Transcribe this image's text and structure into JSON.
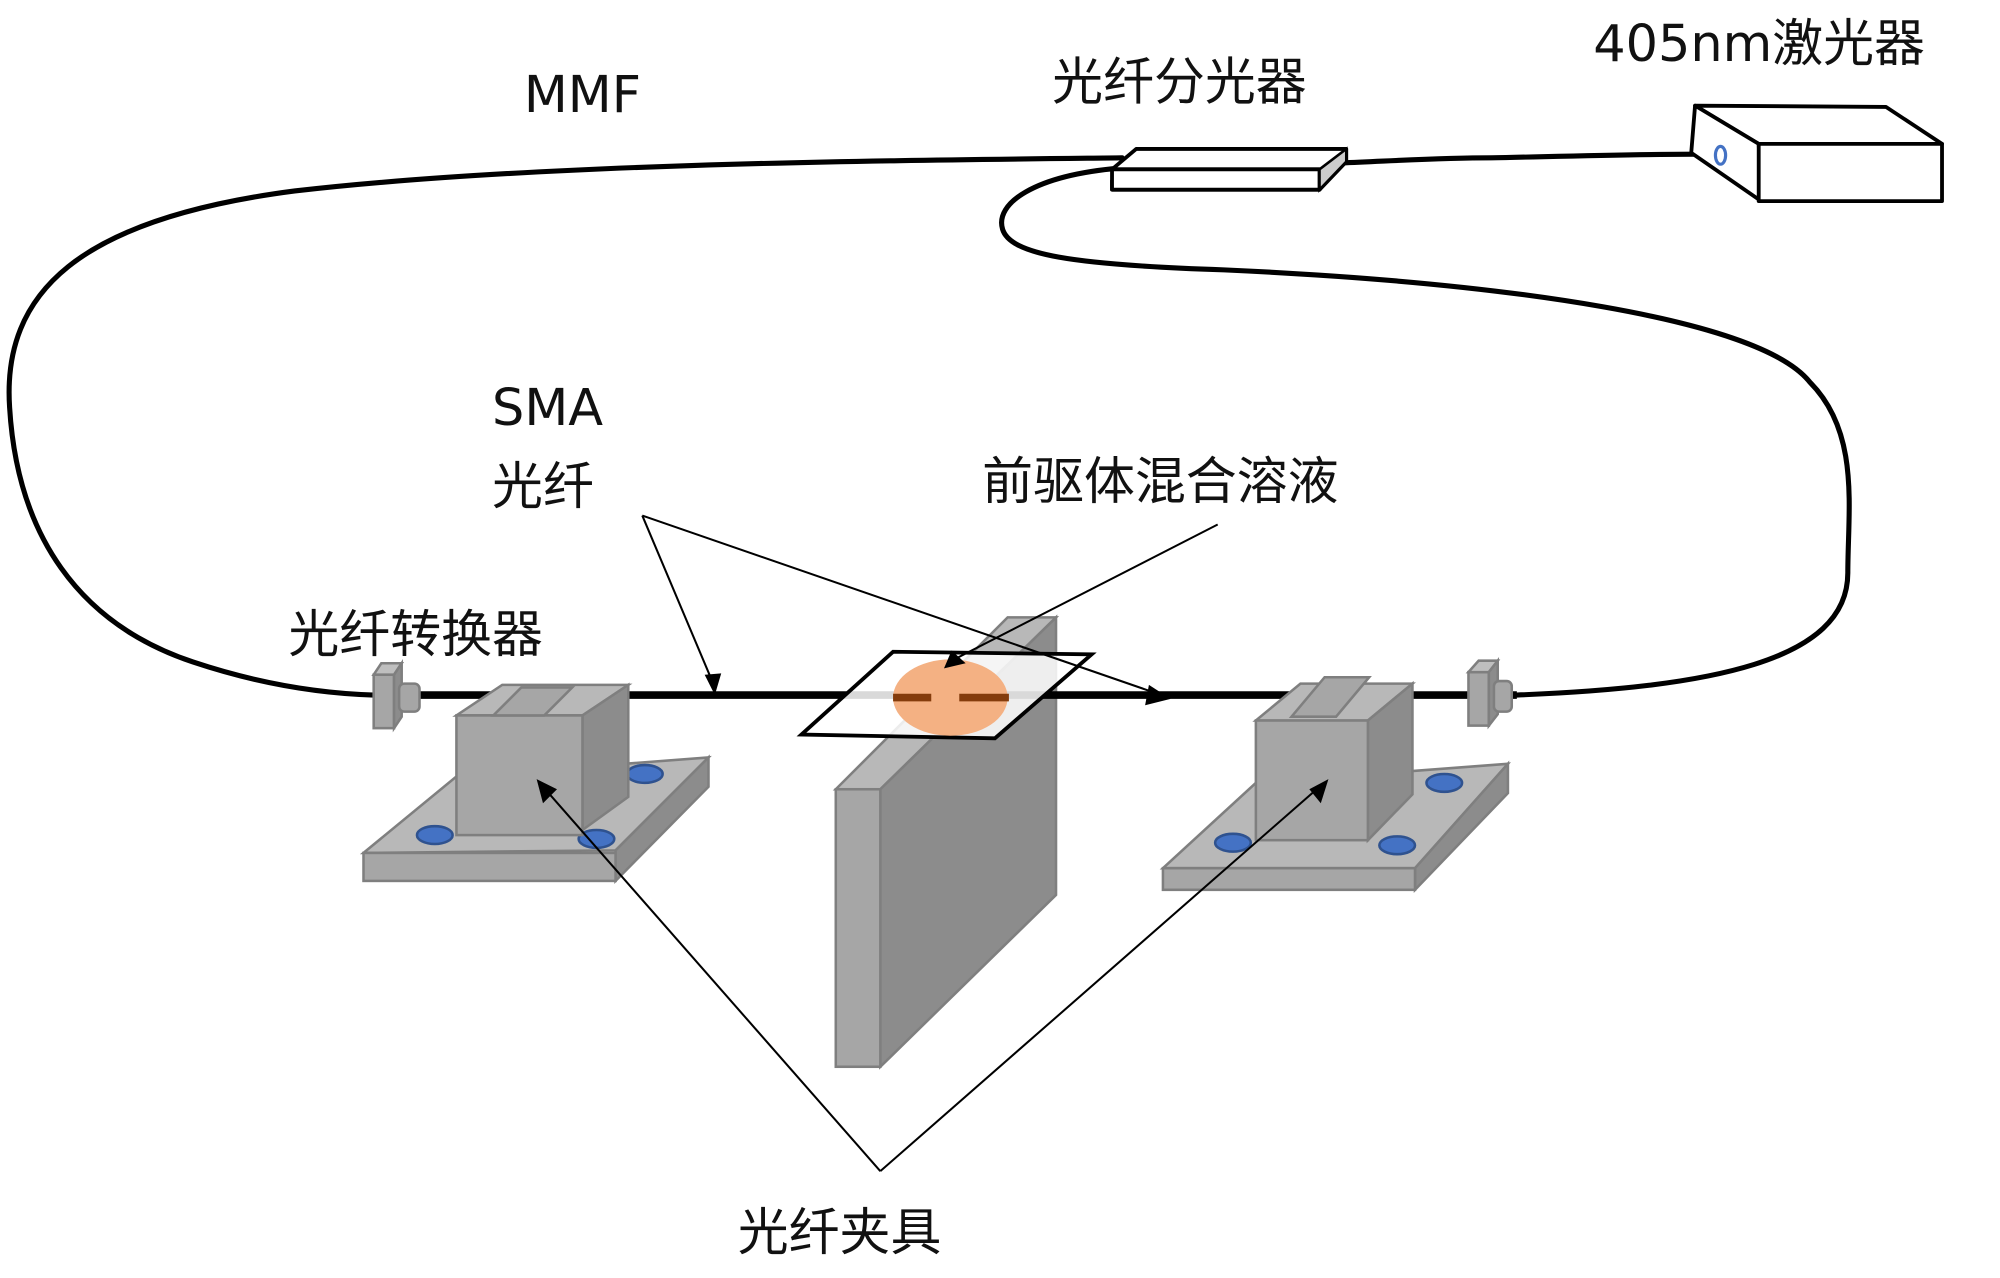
{
  "diagram": {
    "title": "Optical fiber setup schematic",
    "labels": {
      "mmf": "MMF",
      "splitter": "光纤分光器",
      "laser": "405nm激光器",
      "sma_line1": "SMA",
      "sma_line2": "光纤",
      "solution": "前驱体混合溶液",
      "converter": "光纤转换器",
      "clamp": "光纤夹具"
    },
    "components": [
      {
        "id": "laser",
        "label": "405nm激光器"
      },
      {
        "id": "splitter",
        "label": "光纤分光器"
      },
      {
        "id": "mmf",
        "label": "MMF"
      },
      {
        "id": "converter-left",
        "label": "光纤转换器"
      },
      {
        "id": "converter-right",
        "label": ""
      },
      {
        "id": "sma-fiber",
        "label": "SMA 光纤"
      },
      {
        "id": "solution-droplet",
        "label": "前驱体混合溶液"
      },
      {
        "id": "clamp-left",
        "label": "光纤夹具"
      },
      {
        "id": "clamp-right",
        "label": "光纤夹具"
      }
    ],
    "colors": {
      "droplet": "#f4b183",
      "fiber_gap": "#843c0c",
      "bolt": "#4472c4",
      "metal": "#a6a6a6",
      "laser_port": "#4472c4"
    }
  }
}
